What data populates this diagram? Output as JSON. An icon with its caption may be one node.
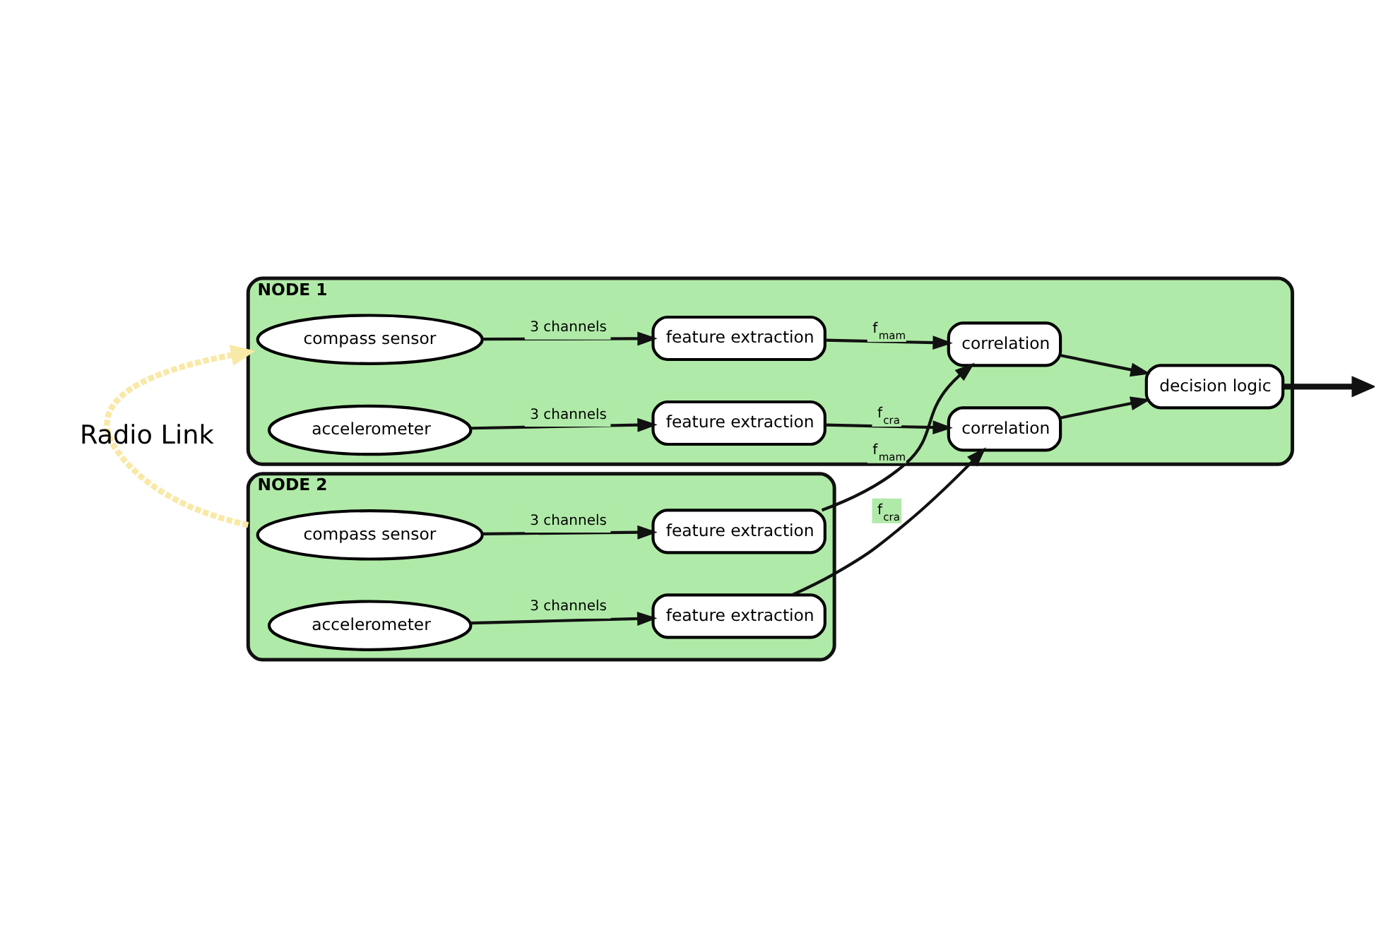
{
  "diagram": {
    "nodes": [
      {
        "text": [
          "NODE 1"
        ]
      },
      {
        "text": [
          "compass sensor"
        ],
        "in": 0
      },
      {
        "text": [
          "feature extraction"
        ],
        "in": 0
      },
      {
        "text": [
          "accelerometer"
        ],
        "in": 0
      },
      {
        "text": [
          "feature extraction"
        ],
        "in": 0
      },
      {
        "text": [
          "correlation"
        ],
        "in": 0
      },
      {
        "text": [
          "correlation"
        ],
        "in": 0
      },
      {
        "text": [
          "decision logic"
        ],
        "in": 0
      },
      {
        "text": [
          "NODE 2"
        ]
      },
      {
        "text": [
          "compass sensor"
        ],
        "in": 8
      },
      {
        "text": [
          "feature extraction"
        ],
        "in": 8
      },
      {
        "text": [
          "accelerometer"
        ],
        "in": 8
      },
      {
        "text": [
          "feature extraction"
        ],
        "in": 8
      }
    ],
    "edges": [
      {
        "from": 1,
        "to": 2,
        "arrow": "to",
        "label": "3 channels"
      },
      {
        "from": 2,
        "to": 5,
        "arrow": "to",
        "label": "f$_{mam}$"
      },
      {
        "from": 3,
        "to": 4,
        "arrow": "to",
        "label": "3 channels"
      },
      {
        "from": 4,
        "to": 6,
        "arrow": "to",
        "label": "f$_{cra}$"
      },
      {
        "from": 5,
        "to": 7,
        "arrow": "to"
      },
      {
        "from": 6,
        "to": 7,
        "arrow": "to"
      },
      {
        "from": 7,
        "to": null,
        "arrow": "to",
        "style": "thick"
      },
      {
        "from": 9,
        "to": 10,
        "arrow": "to",
        "label": "3 channels"
      },
      {
        "from": 10,
        "to": 5,
        "arrow": "to",
        "label": "f$_{mam}$"
      },
      {
        "from": 11,
        "to": 12,
        "arrow": "to",
        "label": "3 channels"
      },
      {
        "from": 12,
        "to": 6,
        "arrow": "to",
        "label": "f$_{cra}$"
      },
      {
        "from": 8,
        "to": 0,
        "arrow": "to",
        "label": "Radio Link",
        "style": "dashed",
        "color": "#f9e9a6"
      }
    ]
  }
}
